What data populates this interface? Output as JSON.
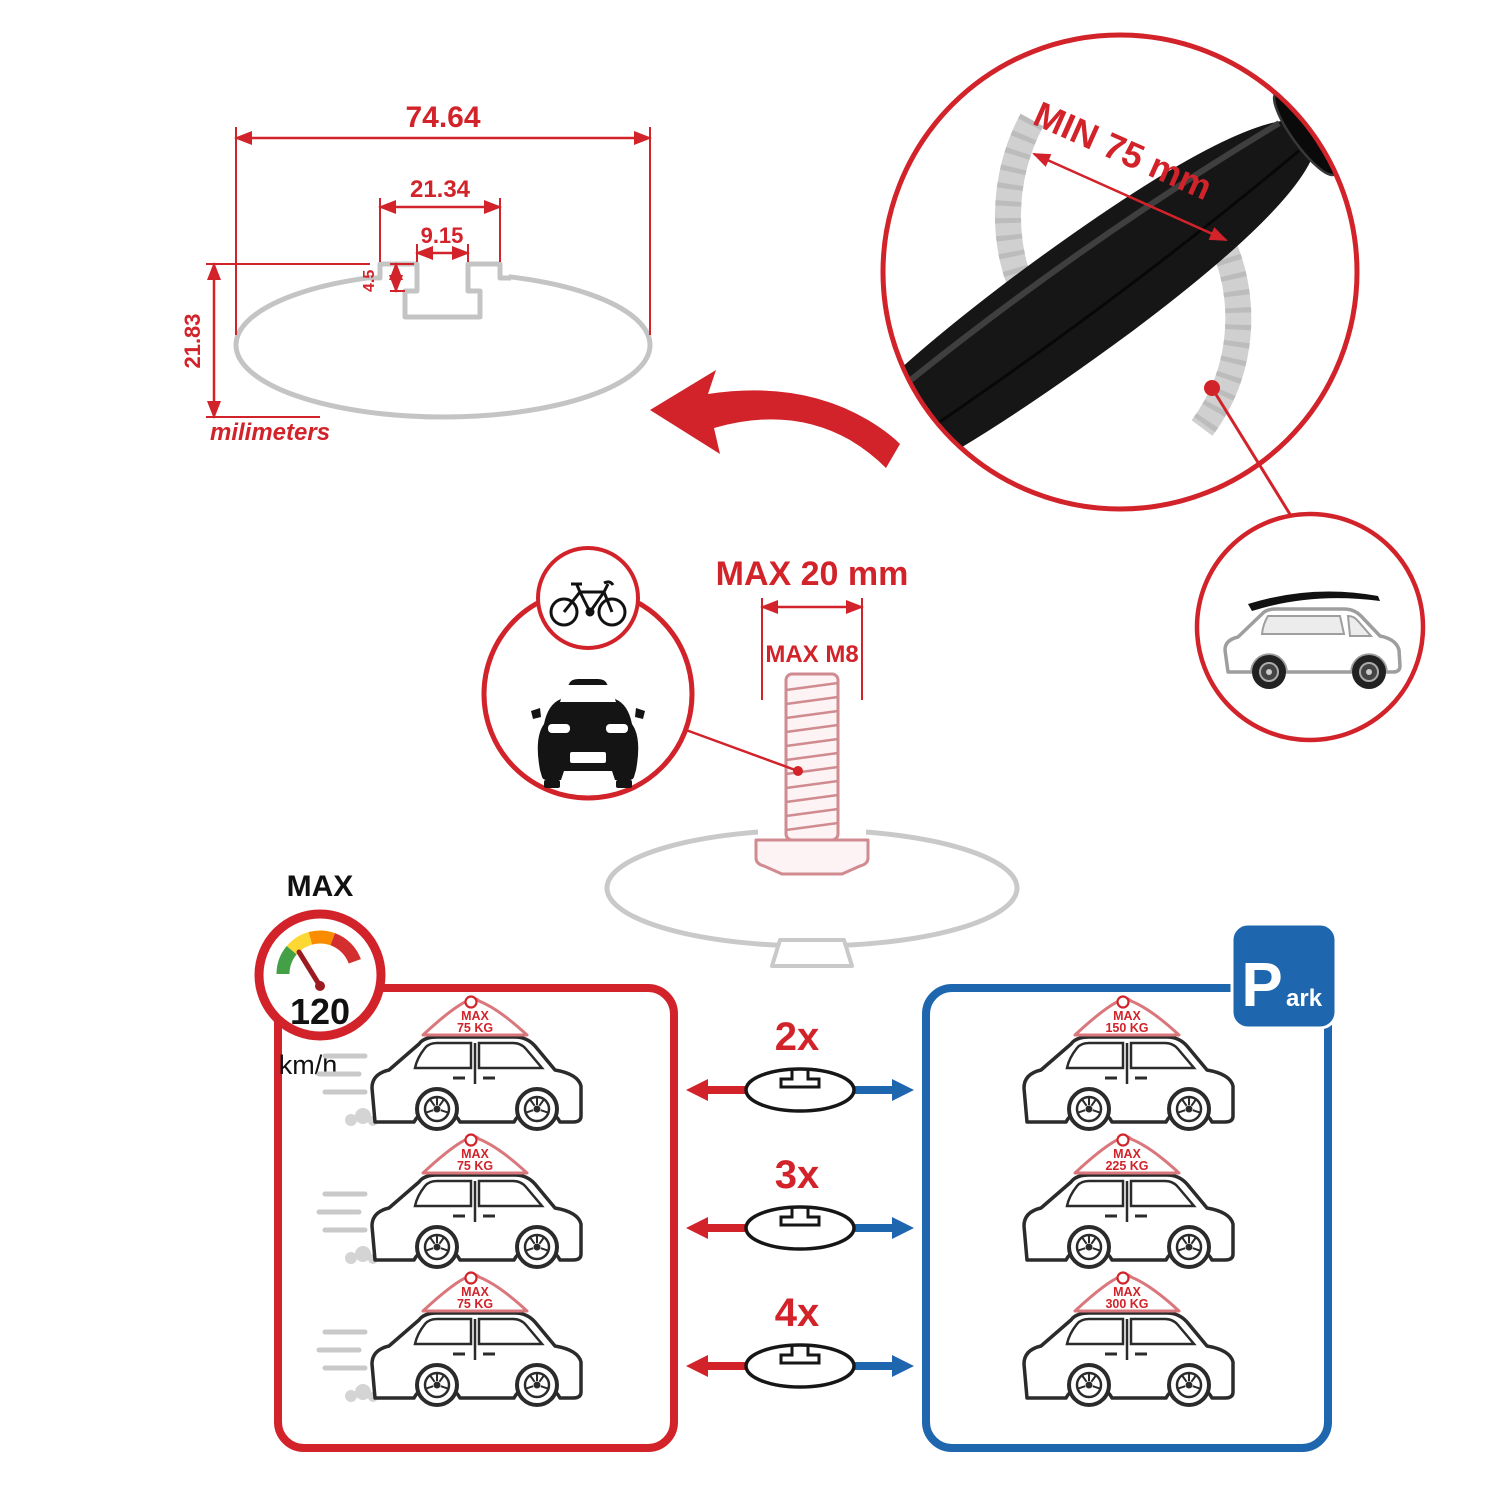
{
  "cross_section": {
    "total_width": "74.64",
    "channel_outer_width": "21.34",
    "channel_slot_width": "9.15",
    "lip_depth": "4.5",
    "total_height": "21.83",
    "units_label": "milimeters"
  },
  "bar_zoom": {
    "min_span": "MIN 75 mm"
  },
  "bolt": {
    "max_width": "MAX 20 mm",
    "max_thread": "MAX M8"
  },
  "speed_limit": {
    "label": "MAX",
    "value": "120",
    "unit": "km/h"
  },
  "driving_cars": [
    {
      "max": "MAX",
      "load": "75 KG"
    },
    {
      "max": "MAX",
      "load": "75 KG"
    },
    {
      "max": "MAX",
      "load": "75 KG"
    }
  ],
  "bar_counts": [
    "2x",
    "3x",
    "4x"
  ],
  "parking": {
    "sign_main": "P",
    "sign_suffix": "ark",
    "cars": [
      {
        "max": "MAX",
        "load": "150 KG"
      },
      {
        "max": "MAX",
        "load": "225 KG"
      },
      {
        "max": "MAX",
        "load": "300 KG"
      }
    ]
  },
  "colors": {
    "accent_red": "#d2232a",
    "accent_blue": "#1e66ad",
    "drawing_gray": "#c4c4c4",
    "bar_black": "#161616"
  }
}
